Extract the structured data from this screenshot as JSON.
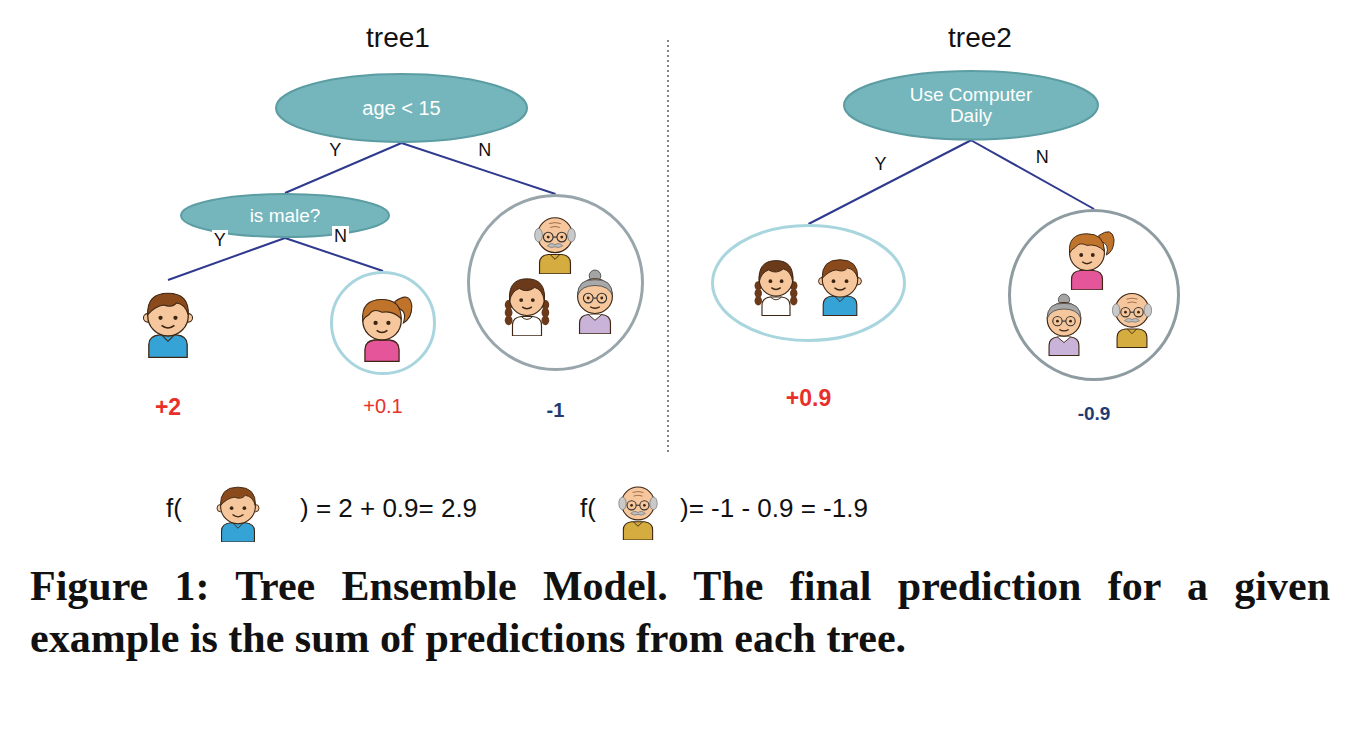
{
  "diagram": {
    "caption": "Figure 1: Tree Ensemble Model. The final prediction for a given example is the sum of predictions from each tree.",
    "nodes": [
      {
        "text": [
          "age < 15"
        ]
      },
      {
        "text": [
          "is male?"
        ]
      },
      {
        "text": [
          "+2"
        ]
      },
      {
        "text": [
          "+0.1"
        ]
      },
      {
        "text": [
          "-1"
        ]
      },
      {
        "text": [
          "Use Computer Daily"
        ]
      },
      {
        "text": [
          "+0.9"
        ]
      },
      {
        "text": [
          "-0.9"
        ]
      }
    ],
    "edges": [
      {
        "from": 0,
        "to": 1,
        "label": "Y",
        "arrow": "none"
      },
      {
        "from": 0,
        "to": 4,
        "label": "N",
        "arrow": "none"
      },
      {
        "from": 1,
        "to": 2,
        "label": "Y",
        "arrow": "none"
      },
      {
        "from": 1,
        "to": 3,
        "label": "N",
        "arrow": "none"
      },
      {
        "from": 5,
        "to": 6,
        "label": "Y",
        "arrow": "none"
      },
      {
        "from": 5,
        "to": 7,
        "label": "N",
        "arrow": "none"
      }
    ],
    "labels": [
      "tree1",
      "tree2",
      "f(",
      ") = 2 + 0.9= 2.9",
      "f(",
      ")= -1 - 0.9 = -1.9"
    ]
  }
}
